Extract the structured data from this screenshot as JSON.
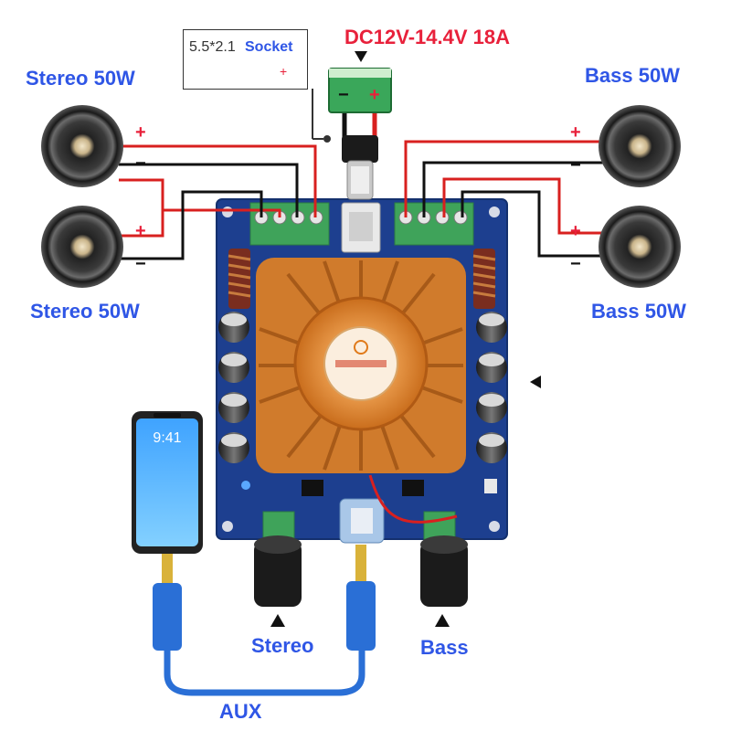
{
  "labels": {
    "power": "DC12V-14.4V  18A",
    "socket_size": "5.5*2.1",
    "socket_word": "Socket",
    "stereo_top": "Stereo 50W",
    "stereo_bottom": "Stereo 50W",
    "bass_top": "Bass 50W",
    "bass_bottom": "Bass 50W",
    "knob_stereo": "Stereo",
    "knob_bass": "Bass",
    "aux": "AUX",
    "plus": "+",
    "minus": "−",
    "phone_time": "9:41"
  },
  "colors": {
    "label_blue": "#2f56e6",
    "label_red": "#e8213b",
    "pcb_blue": "#1d3f8f",
    "terminal_green": "#3fa35a",
    "heatsink_orange": "#e8953a",
    "cable_blue": "#2a6fd6",
    "wire_red": "#d8201f",
    "wire_black": "#111111"
  },
  "icons": [
    "speaker-icon",
    "dc-socket-icon",
    "battery-icon",
    "phone-icon",
    "knob-icon",
    "aux-plug-icon"
  ]
}
